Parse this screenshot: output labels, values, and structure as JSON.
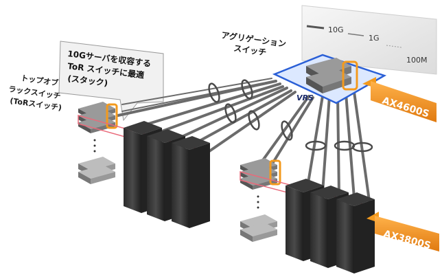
{
  "legend": {
    "items": [
      {
        "label": "10G"
      },
      {
        "label": "1G"
      },
      {
        "label": "100M"
      }
    ]
  },
  "aggregation_switch": {
    "label_line1": "アグリゲーション",
    "label_line2": "スイッチ",
    "vrs_label": "VRS"
  },
  "tor_switch": {
    "label_line1": "トップオブ",
    "label_line2": "ラックスイッチ",
    "label_line3": "(ToRスイッチ)"
  },
  "callout": {
    "line1": "10Gサーバを収容する",
    "line2": "ToR スイッチに最適",
    "line3": "(スタック)"
  },
  "products": {
    "ax4600s": "AX4600S",
    "ax3800s": "AX3800S"
  },
  "colors": {
    "orange": "#f39a1e",
    "pink": "#e96a7a",
    "vrs_blue": "#2a5fd6",
    "link_gray": "#666666"
  }
}
